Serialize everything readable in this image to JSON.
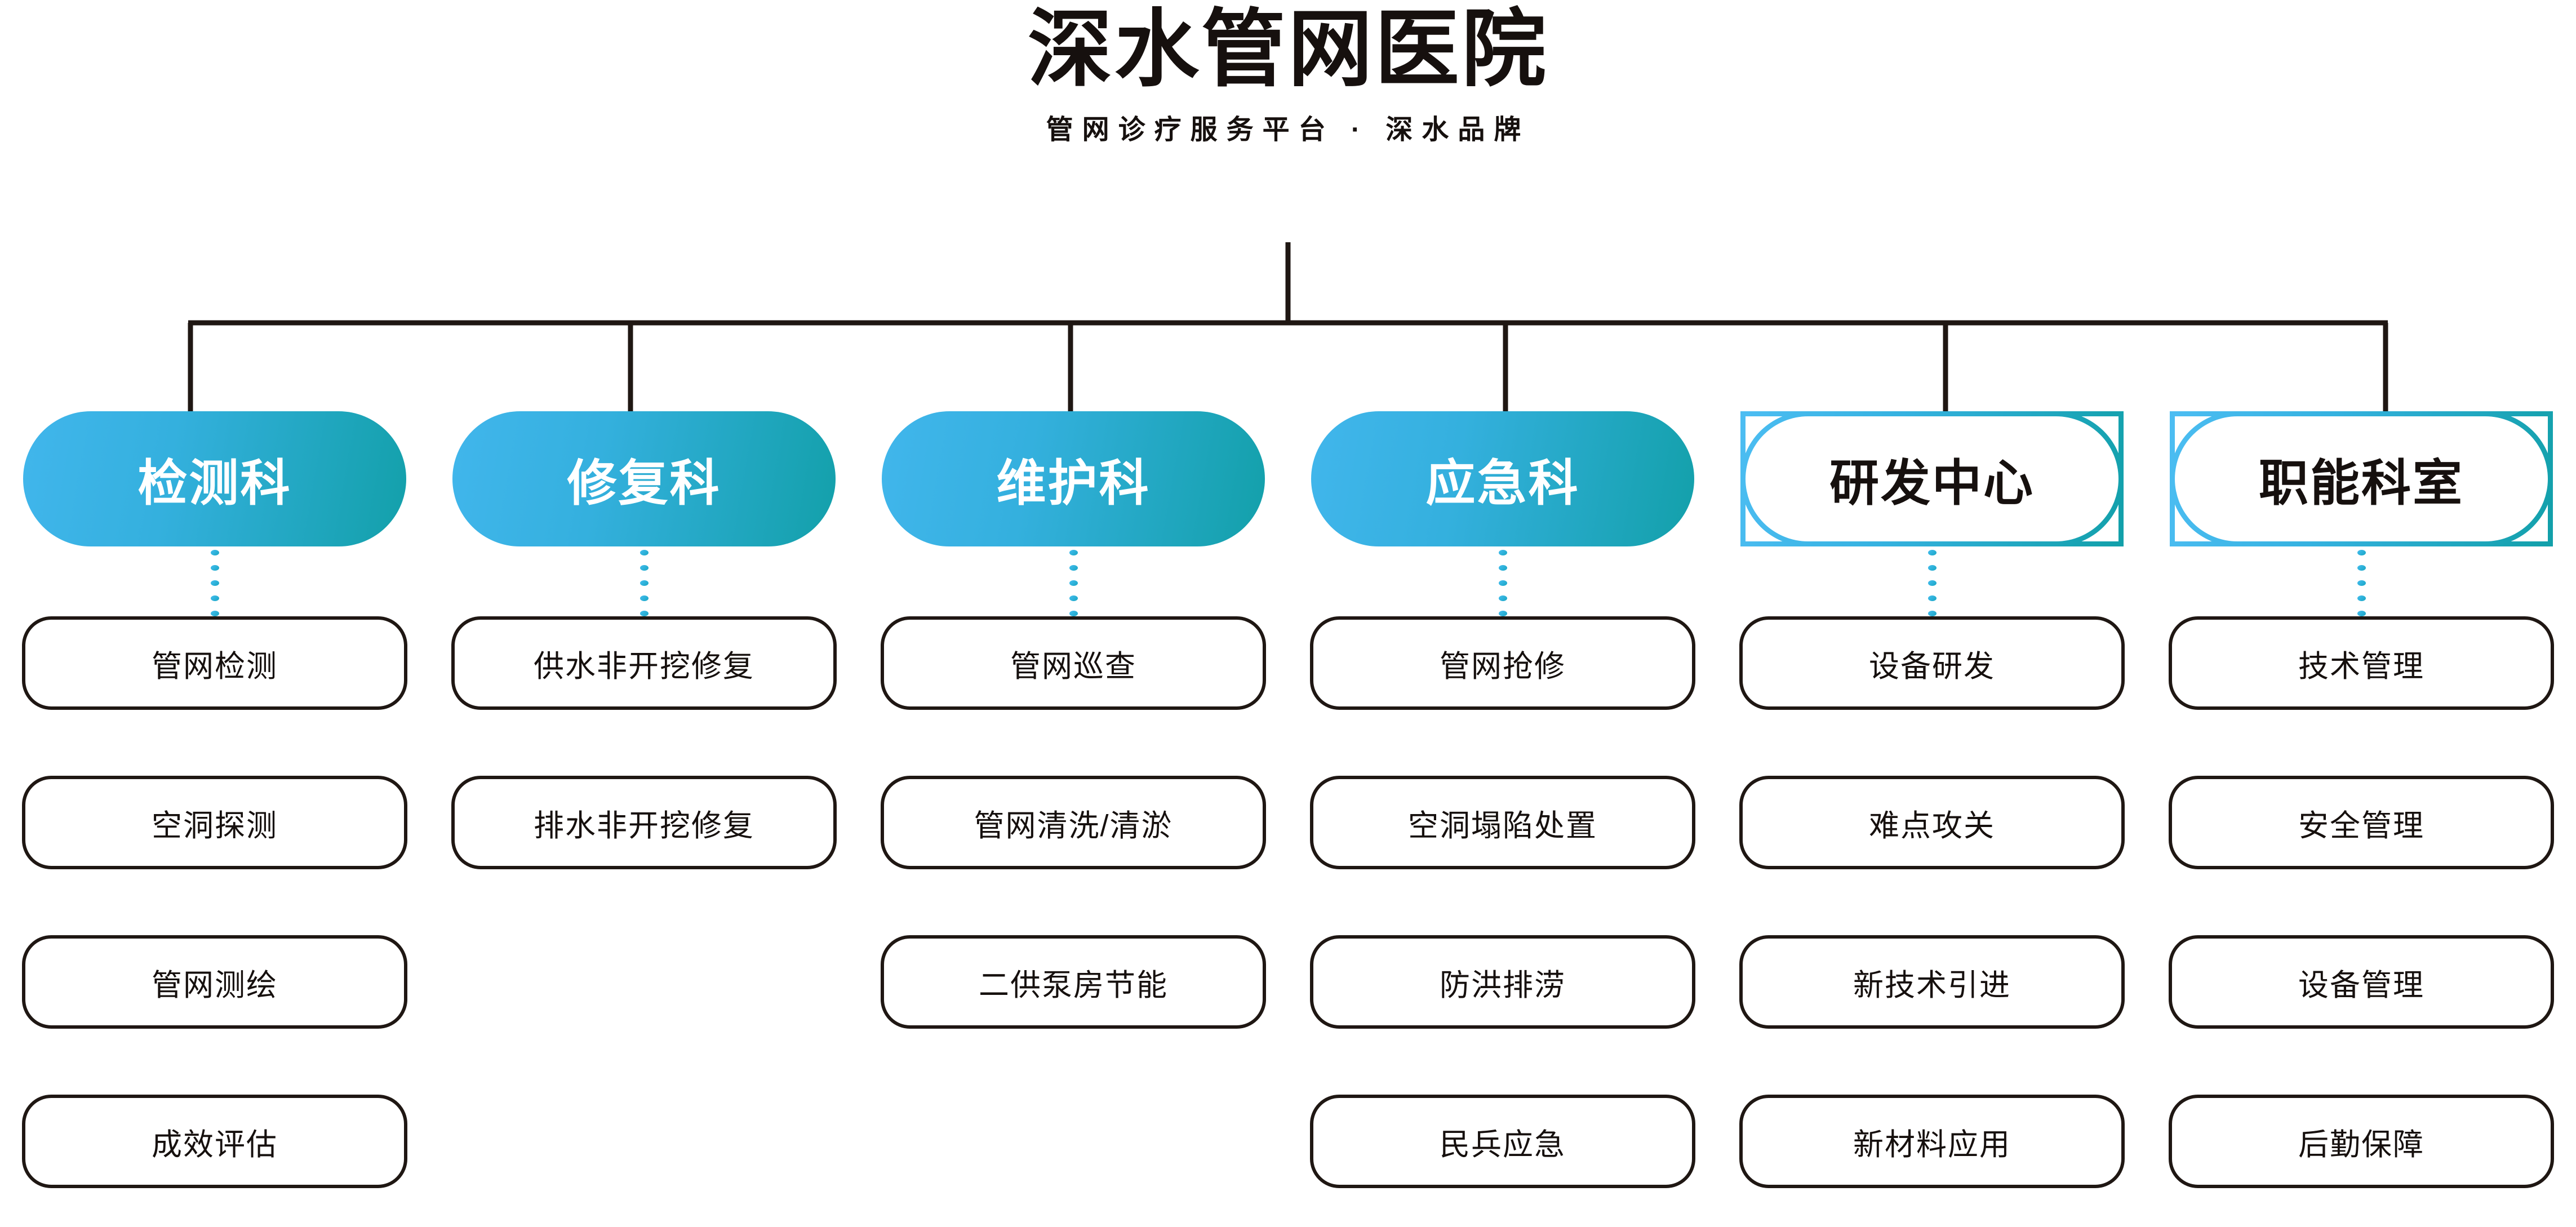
{
  "header": {
    "title": "深水管网医院",
    "subtitle": "管网诊疗服务平台 · 深水品牌"
  },
  "theme": {
    "gradient_start": "#41b6ec",
    "gradient_end": "#13a0aa",
    "line_color": "#1f1713",
    "dot_color": "#2fb3e0",
    "background": "#ffffff"
  },
  "columns": [
    {
      "department": "检测科",
      "style": "filled",
      "children": [
        "管网检测",
        "空洞探测",
        "管网测绘",
        "成效评估"
      ]
    },
    {
      "department": "修复科",
      "style": "filled",
      "children": [
        "供水非开挖修复",
        "排水非开挖修复"
      ]
    },
    {
      "department": "维护科",
      "style": "filled",
      "children": [
        "管网巡查",
        "管网清洗/清淤",
        "二供泵房节能"
      ]
    },
    {
      "department": "应急科",
      "style": "filled",
      "children": [
        "管网抢修",
        "空洞塌陷处置",
        "防洪排涝",
        "民兵应急"
      ]
    },
    {
      "department": "研发中心",
      "style": "outline",
      "children": [
        "设备研发",
        "难点攻关",
        "新技术引进",
        "新材料应用"
      ]
    },
    {
      "department": "职能科室",
      "style": "outline",
      "children": [
        "技术管理",
        "安全管理",
        "设备管理",
        "后勤保障"
      ]
    }
  ]
}
